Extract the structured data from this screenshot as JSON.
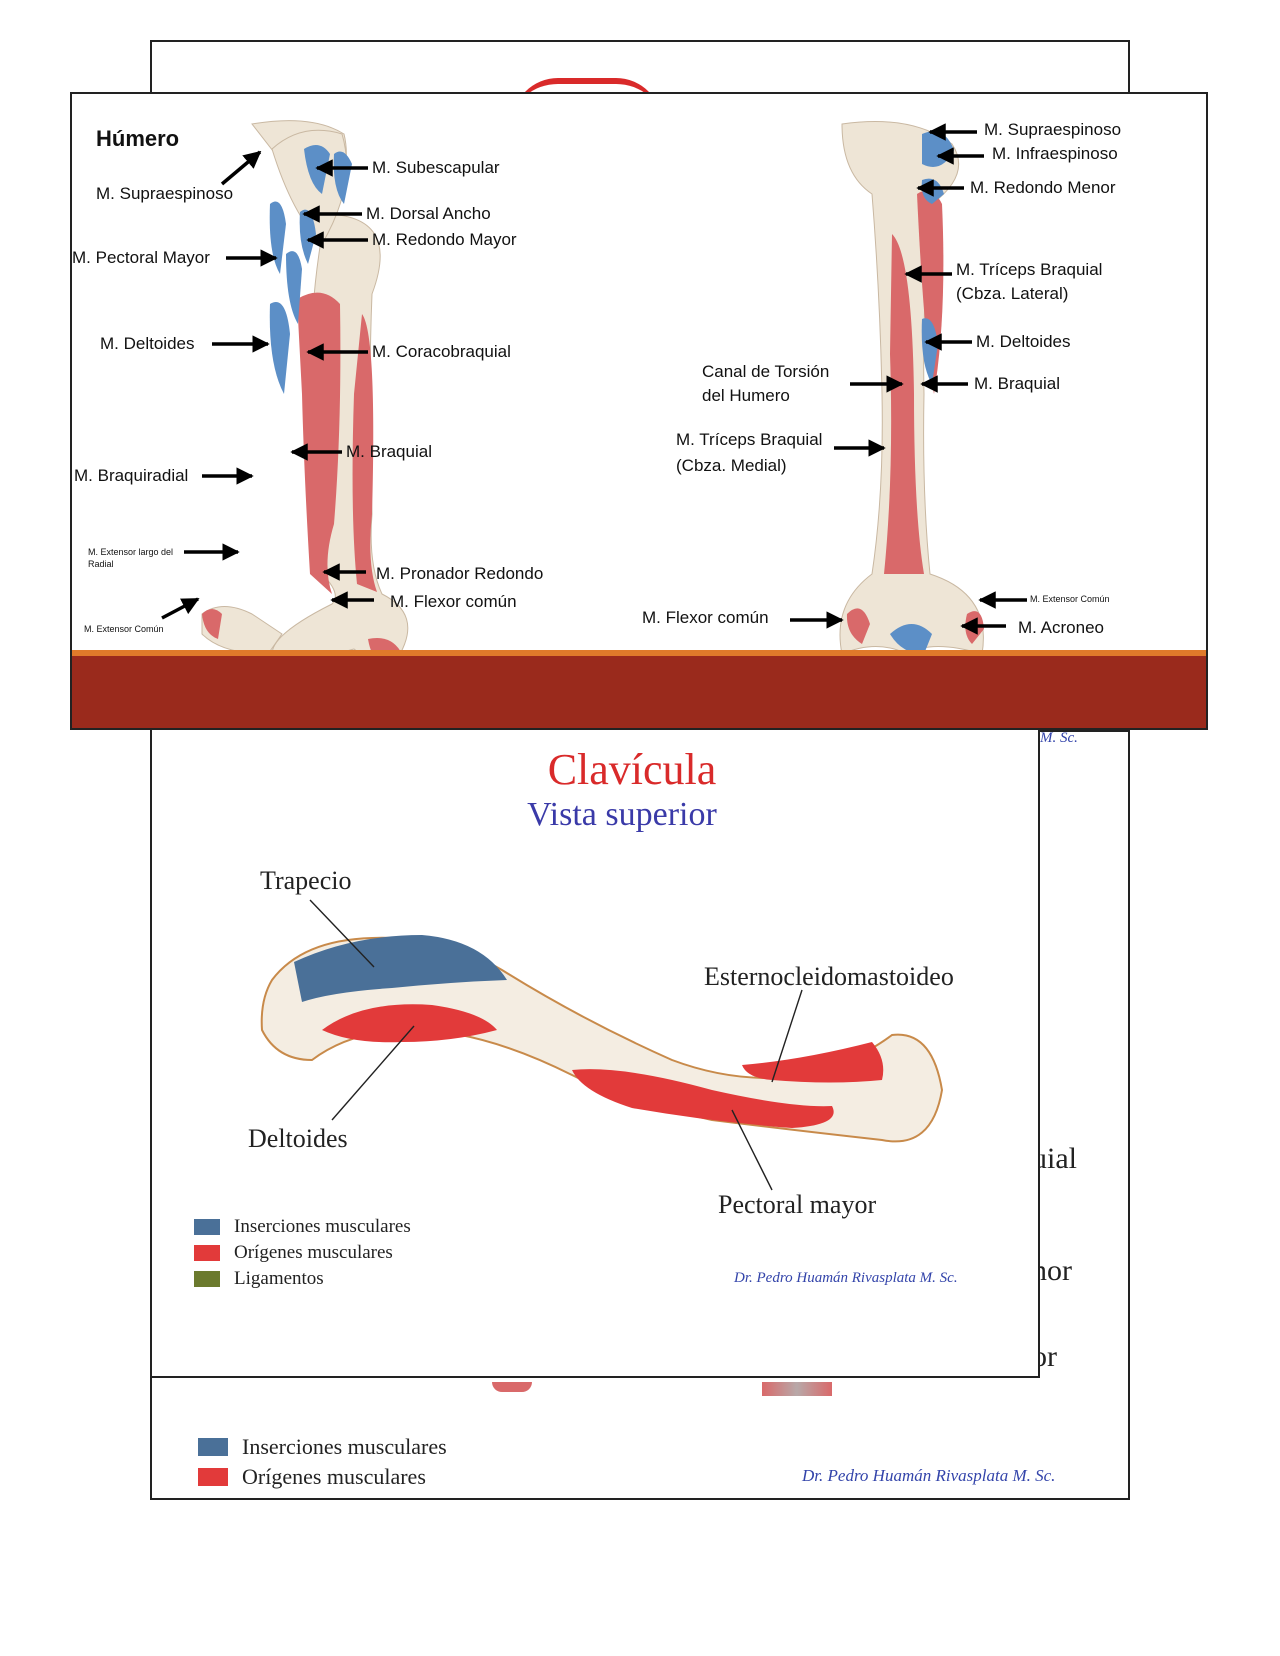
{
  "humerus_slide": {
    "title": "Húmero",
    "labels": {
      "supraespinoso_a": "M. Supraespinoso",
      "subescapular": "M. Subescapular",
      "dorsal_ancho": "M. Dorsal Ancho",
      "redondo_mayor": "M. Redondo Mayor",
      "pectoral_mayor": "M. Pectoral Mayor",
      "deltoides_a": "M. Deltoides",
      "coracobraquial": "M. Coracobraquial",
      "braquial_a": "M. Braquial",
      "braquiradial": "M. Braquiradial",
      "extensor_largo": "M. Extensor largo del Radial",
      "pronador": "M. Pronador Redondo",
      "flexor_a": "M. Flexor común",
      "extensor_comun_a": "M. Extensor Común",
      "supraespinoso_b": "M. Supraespinoso",
      "infraespinoso": "M. Infraespinoso",
      "redondo_menor": "M. Redondo Menor",
      "triceps_lateral": "M. Tríceps Braquial",
      "triceps_lateral_sub": "(Cbza. Lateral)",
      "deltoides_b": "M. Deltoides",
      "canal_1": "Canal de Torsión",
      "canal_2": "del Humero",
      "braquial_b": "M. Braquial",
      "triceps_medial": "M. Tríceps Braquial",
      "triceps_medial_sub": "(Cbza. Medial)",
      "extensor_comun_b": "M. Extensor Común",
      "flexor_b": "M. Flexor común",
      "acroneo": "M. Acroneo"
    },
    "colors": {
      "footer": "#9a2a1c",
      "footer_line": "#e07a2a",
      "muscle_red": "#d9696a",
      "muscle_blue": "#5c8fc7",
      "bone": "#eee5d6"
    }
  },
  "clavicle_slide": {
    "title": "Clavícula",
    "subtitle": "Vista superior",
    "labels": {
      "trapecio": "Trapecio",
      "esterno": "Esternocleidomastoideo",
      "deltoides": "Deltoides",
      "pectoral": "Pectoral mayor"
    },
    "legend": [
      {
        "label": "Inserciones musculares",
        "color": "#4a7098"
      },
      {
        "label": "Orígenes musculares",
        "color": "#e23a3a"
      },
      {
        "label": "Ligamentos",
        "color": "#6b7a2e"
      }
    ],
    "signature": "Dr. Pedro Huamán Rivasplata M. Sc.",
    "colors": {
      "title": "#d92a2a",
      "subtitle": "#3a3aa8"
    }
  },
  "back_slide": {
    "legend": [
      {
        "label": "Inserciones musculares",
        "color": "#4a7098"
      },
      {
        "label": "Orígenes musculares",
        "color": "#e23a3a"
      }
    ],
    "signature": "Dr. Pedro Huamán Rivasplata M. Sc.",
    "top_signature": "M. Sc.",
    "partial_text": {
      "t1": "uial",
      "t2": ")",
      "t3": "nor",
      "t4": "or"
    },
    "title_fragment_color": "#d92a2a"
  }
}
